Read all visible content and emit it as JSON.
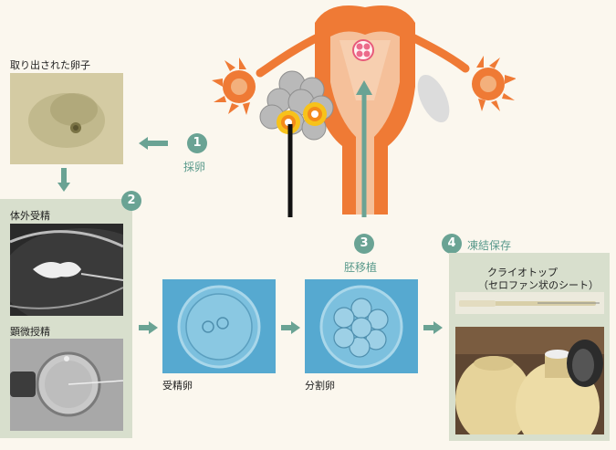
{
  "labels": {
    "retrieved_egg": "取り出された卵子",
    "ivf": "体外受精",
    "icsi": "顕微授精",
    "fertilized_egg": "受精卵",
    "cleaved_egg": "分割卵",
    "cryo_top": "クライオトップ",
    "cryo_top_desc": "（セロファン状のシート）"
  },
  "steps": [
    {
      "number": "1",
      "label": "採卵"
    },
    {
      "number": "2",
      "label": ""
    },
    {
      "number": "3",
      "label": "胚移植"
    },
    {
      "number": "4",
      "label": "凍結保存"
    }
  ],
  "colors": {
    "accent": "#6aa394",
    "uterus": "#ef7a35",
    "panel": "#d8dfcd",
    "background": "#fbf7ee"
  }
}
